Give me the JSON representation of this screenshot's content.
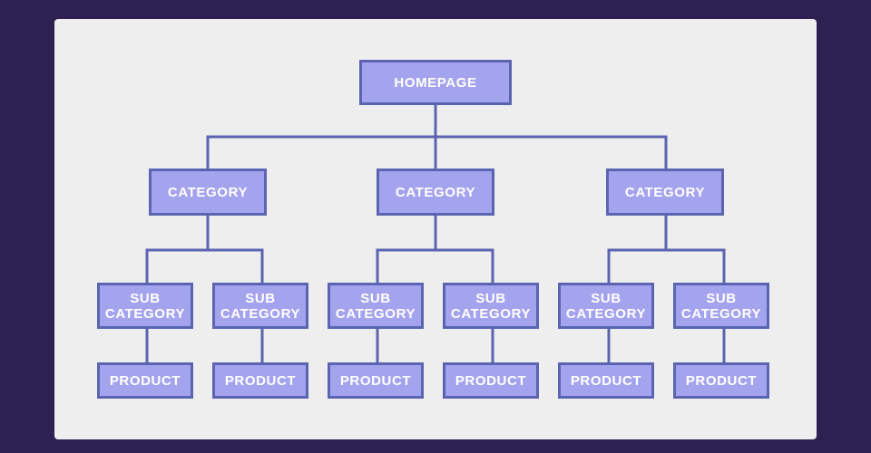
{
  "colors": {
    "page_background": "#2d2152",
    "panel_background": "#eeeeee",
    "node_fill": "#a4a4ee",
    "node_border": "#5b64b0",
    "connector": "#5b64b0",
    "text": "#ffffff"
  },
  "homepage": {
    "label": "HOMEPAGE"
  },
  "categories": [
    {
      "label": "CATEGORY",
      "subcategories": [
        {
          "line1": "SUB",
          "line2": "CATEGORY",
          "product": "PRODUCT"
        },
        {
          "line1": "SUB",
          "line2": "CATEGORY",
          "product": "PRODUCT"
        }
      ]
    },
    {
      "label": "CATEGORY",
      "subcategories": [
        {
          "line1": "SUB",
          "line2": "CATEGORY",
          "product": "PRODUCT"
        },
        {
          "line1": "SUB",
          "line2": "CATEGORY",
          "product": "PRODUCT"
        }
      ]
    },
    {
      "label": "CATEGORY",
      "subcategories": [
        {
          "line1": "SUB",
          "line2": "CATEGORY",
          "product": "PRODUCT"
        },
        {
          "line1": "SUB",
          "line2": "CATEGORY",
          "product": "PRODUCT"
        }
      ]
    }
  ]
}
